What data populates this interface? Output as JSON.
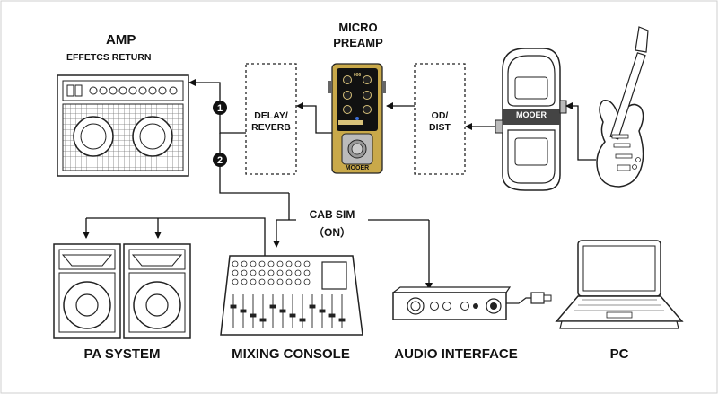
{
  "amp": {
    "title": "AMP",
    "subtitle": "EFFETCS RETURN"
  },
  "preamp": {
    "title_line1": "MICRO",
    "title_line2": "PREAMP",
    "brand": "MOOER",
    "model": "006"
  },
  "delay_box": {
    "line1": "DELAY/",
    "line2": "REVERB"
  },
  "od_box": {
    "line1": "OD/",
    "line2": "DIST"
  },
  "dual_pedal": {
    "brand": "MOOER"
  },
  "markers": [
    "1",
    "2"
  ],
  "cab_sim": {
    "line1": "CAB SIM",
    "line2": "（ON）"
  },
  "bottom_labels": {
    "pa": "PA  SYSTEM",
    "mixer": "MIXING CONSOLE",
    "interface": "AUDIO INTERFACE",
    "pc": "PC"
  }
}
